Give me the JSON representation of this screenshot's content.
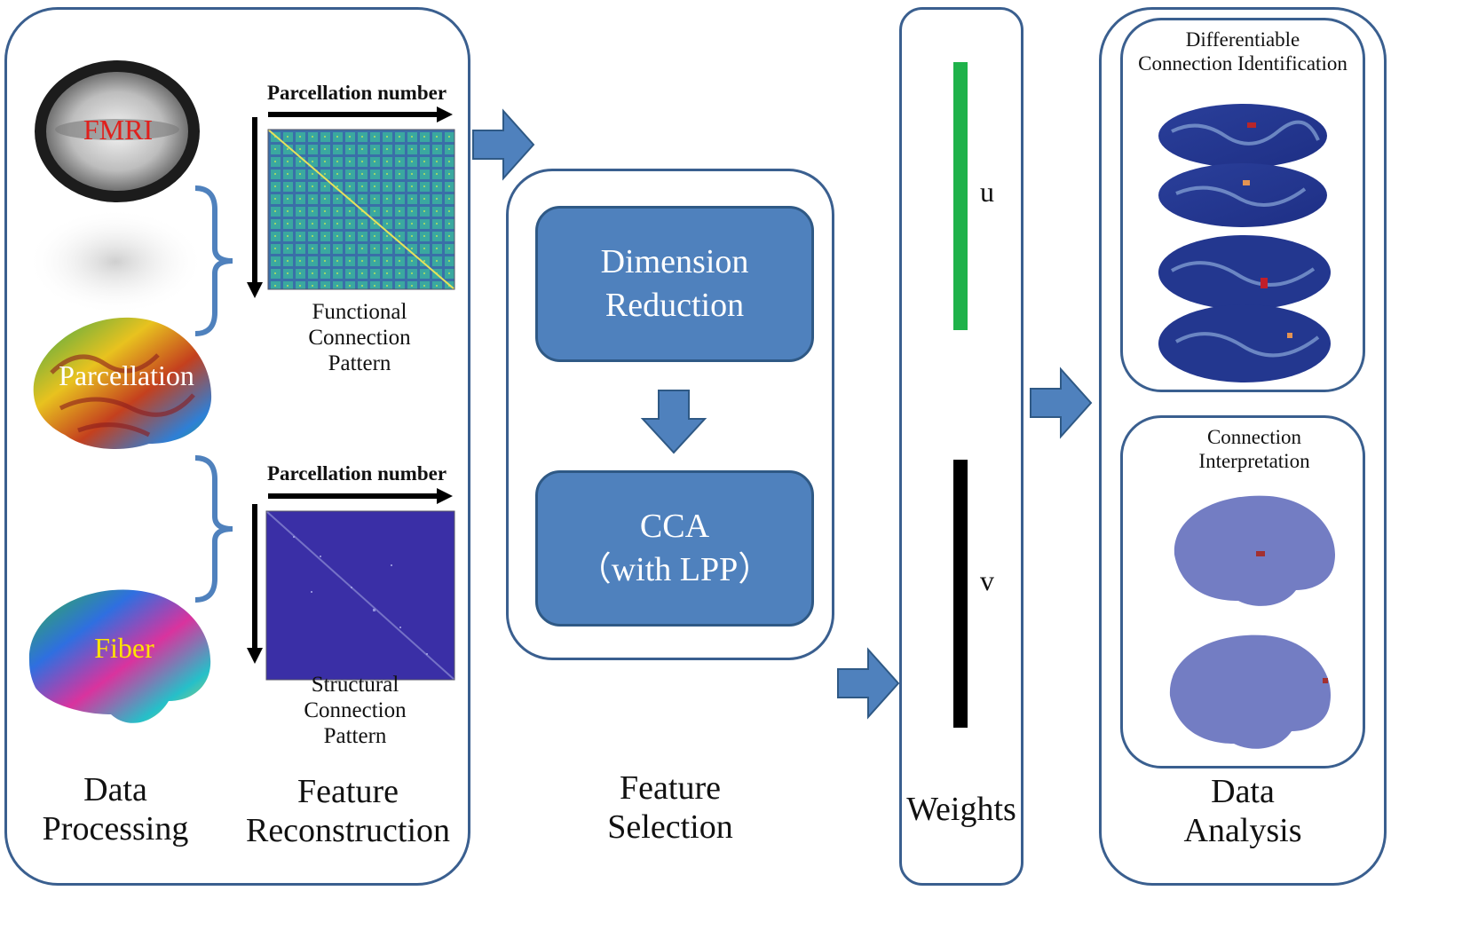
{
  "data_processing": {
    "fmri_label": "FMRI",
    "parcellation_label": "Parcellation",
    "fiber_label": "Fiber",
    "stage_label_line1": "Data",
    "stage_label_line2": "Processing"
  },
  "feature_reconstruction": {
    "functional": {
      "axis_label": "Parcellation number",
      "caption_line1": "Functional",
      "caption_line2": "Connection",
      "caption_line3": "Pattern"
    },
    "structural": {
      "axis_label": "Parcellation number",
      "caption_line1": "Structural",
      "caption_line2": "Connection",
      "caption_line3": "Pattern"
    },
    "stage_label_line1": "Feature",
    "stage_label_line2": "Reconstruction"
  },
  "feature_selection": {
    "box1_line1": "Dimension",
    "box1_line2": "Reduction",
    "box2_line1": "CCA",
    "box2_line2": "（with LPP）",
    "stage_label_line1": "Feature",
    "stage_label_line2": "Selection"
  },
  "weights": {
    "u_label": "u",
    "v_label": "v",
    "stage_label": "Weights"
  },
  "data_analysis": {
    "top_title_line1": "Differentiable",
    "top_title_line2": "Connection Identification",
    "bottom_title_line1": "Connection",
    "bottom_title_line2": "Interpretation",
    "stage_label_line1": "Data",
    "stage_label_line2": "Analysis"
  },
  "colors": {
    "panel_border": "#3a5f8f",
    "box_fill": "#4f81bd",
    "arrow_fill": "#4f81bd",
    "u_bar": "#1fb24a",
    "v_bar": "#000000",
    "fmri_text": "#e0201c",
    "fiber_text": "#ffe400"
  }
}
